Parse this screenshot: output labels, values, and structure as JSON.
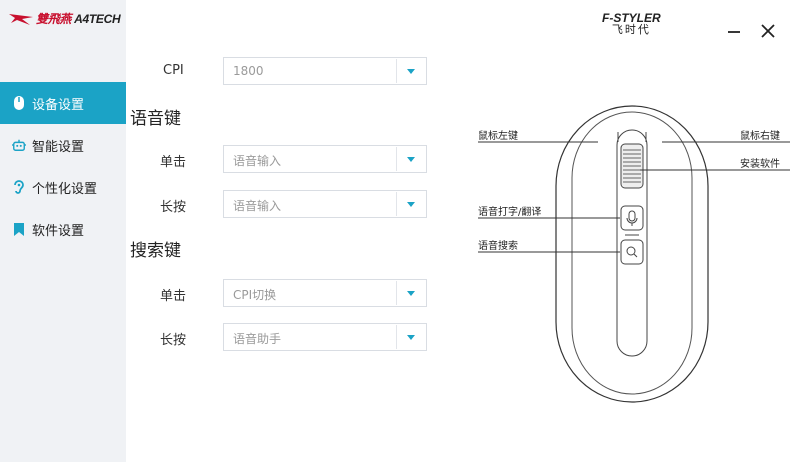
{
  "logo": {
    "cn": "雙飛燕",
    "en": "A4TECH"
  },
  "brand": {
    "main": "F-STYLER",
    "sub": "飞时代"
  },
  "colors": {
    "accent": "#1ba3c6",
    "logo_red": "#c8102e",
    "sidebar_bg": "#f0f2f5"
  },
  "sidebar": {
    "items": [
      {
        "label": "设备设置",
        "icon": "mouse-icon",
        "active": true
      },
      {
        "label": "智能设置",
        "icon": "robot-icon",
        "active": false
      },
      {
        "label": "个性化设置",
        "icon": "hearing-icon",
        "active": false
      },
      {
        "label": "软件设置",
        "icon": "bookmark-icon",
        "active": false
      }
    ]
  },
  "cpi": {
    "label": "CPI",
    "value": "1800"
  },
  "voice_key": {
    "title": "语音键",
    "rows": [
      {
        "label": "单击",
        "value": "语音输入"
      },
      {
        "label": "长按",
        "value": "语音输入"
      }
    ]
  },
  "search_key": {
    "title": "搜索键",
    "rows": [
      {
        "label": "单击",
        "value": "CPI切换"
      },
      {
        "label": "长按",
        "value": "语音助手"
      }
    ]
  },
  "diagram": {
    "left_click": "鼠标左键",
    "right_click": "鼠标右键",
    "install_software": "安装软件",
    "voice_typing": "语音打字/翻译",
    "voice_search": "语音搜索"
  },
  "window": {
    "minimize_icon": "minimize-icon",
    "close_icon": "close-icon"
  }
}
